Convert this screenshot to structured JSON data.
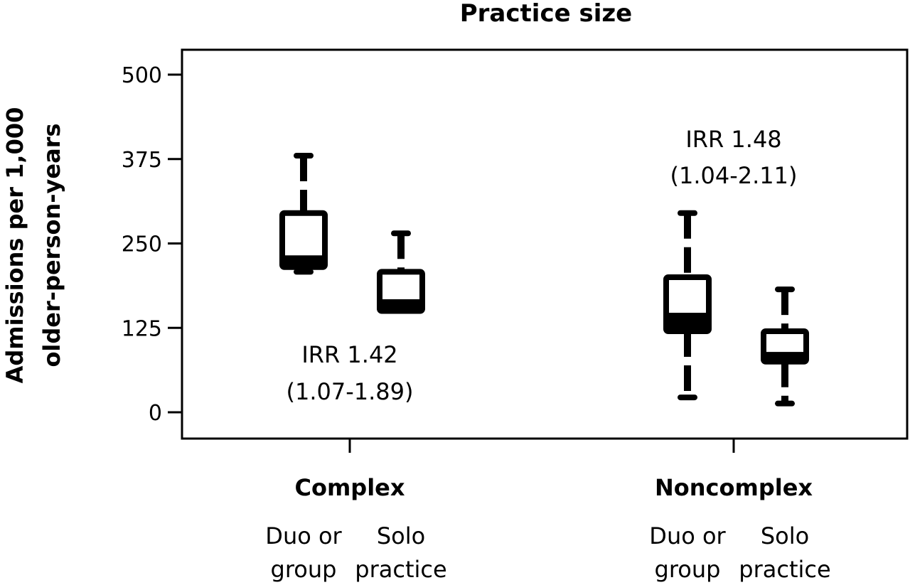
{
  "chart_data": {
    "type": "box",
    "title": "Practice size",
    "ylabel_lines": [
      "Admissions per 1,000",
      "older-person-years"
    ],
    "ylim": [
      0,
      500
    ],
    "yticks": [
      0,
      125,
      250,
      375,
      500
    ],
    "groups": [
      {
        "name": "Complex",
        "annotation": [
          "IRR 1.42",
          "(1.07-1.89)"
        ],
        "annotation_position": "below",
        "boxes": [
          {
            "label": [
              "Duo or",
              "group"
            ],
            "whisker_low": 208,
            "q1": 215,
            "median": 225,
            "q3": 295,
            "whisker_high": 380
          },
          {
            "label": [
              "Solo",
              "practice"
            ],
            "whisker_low": 150,
            "q1": 150,
            "median": 160,
            "q3": 208,
            "whisker_high": 265
          }
        ]
      },
      {
        "name": "Noncomplex",
        "annotation": [
          "IRR 1.48",
          "(1.04-2.11)"
        ],
        "annotation_position": "above",
        "boxes": [
          {
            "label": [
              "Duo or",
              "group"
            ],
            "whisker_low": 22,
            "q1": 120,
            "median": 140,
            "q3": 200,
            "whisker_high": 295
          },
          {
            "label": [
              "Solo",
              "practice"
            ],
            "whisker_low": 13,
            "q1": 75,
            "median": 82,
            "q3": 120,
            "whisker_high": 182
          }
        ]
      }
    ]
  }
}
